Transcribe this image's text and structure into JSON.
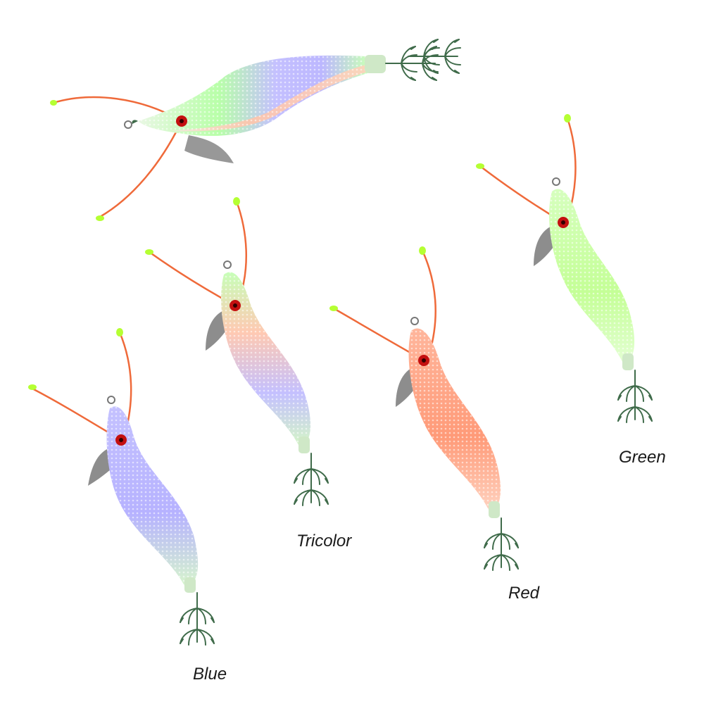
{
  "variants": [
    {
      "id": "blue",
      "label": "Blue",
      "colors": [
        "#b9b6ff",
        "#c9c4ff"
      ]
    },
    {
      "id": "tricolor",
      "label": "Tricolor",
      "colors": [
        "#bfffb0",
        "#ffc7b0",
        "#c3c0ff"
      ]
    },
    {
      "id": "red",
      "label": "Red",
      "colors": [
        "#ff9a7a",
        "#ffb59a"
      ]
    },
    {
      "id": "green",
      "label": "Green",
      "colors": [
        "#c6ff9a",
        "#dcffc0"
      ]
    }
  ],
  "palette": {
    "antenna": "#ef6a3a",
    "antenna_tip": "#b5ff33",
    "eye": "#c41010",
    "hook": "#3f6b4a",
    "fin": "#8a8a8a",
    "body_base": "#f2f5ef"
  }
}
